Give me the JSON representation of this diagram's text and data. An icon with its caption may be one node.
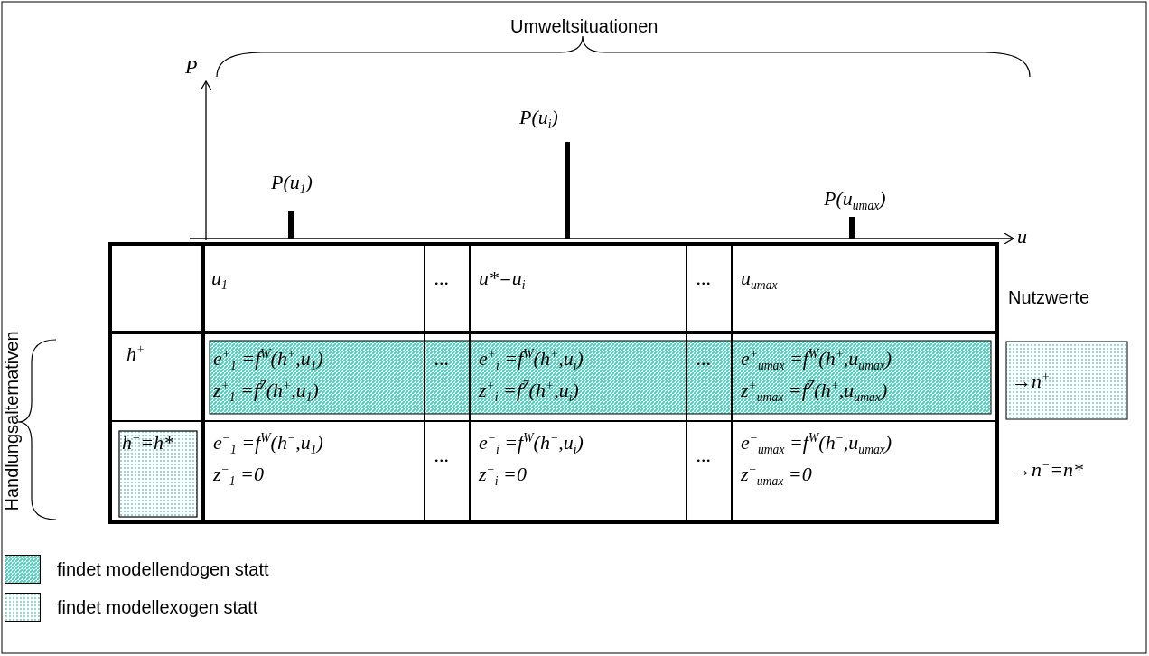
{
  "diagram": {
    "labels": [
      "Umweltsituationen",
      "P",
      "P(u$_{i}$)",
      "P(u$_{1}$)",
      "P(u$_{umax}$)",
      "u",
      "u$_{1}$",
      "...",
      "u*=u$_{i}$",
      "...",
      "u$_{umax}$",
      "Nutzwerte",
      "Handlungsalternativen",
      "h$^{+}$",
      "e$^{+}$$_{1}$ =f$^{W}$(h$^{+}$,u$_{1}$)",
      "z$^{+}$$_{1}$ =f$^{Z}$(h$^{+}$,u$_{1}$)",
      "...",
      "e$^{+}$$_{i}$ =f$^{W}$(h$^{+}$,u$_{i}$)",
      "z$^{+}$$_{i}$ =f$^{Z}$(h$^{+}$,u$_{i}$)",
      "...",
      "e$^{+}$$_{umax}$ =f$^{W}$(h$^{+}$,u$_{umax}$)",
      "z$^{+}$$_{umax}$ =f$^{Z}$(h$^{+}$,u$_{umax}$)",
      "→n$^{+}$",
      "h$^{−}$=h*",
      "e$^{−}$$_{1}$ =f$^{W}$(h$^{−}$,u$_{1}$)",
      "z$^{−}$$_{1}$ =0",
      "...",
      "e$^{−}$$_{i}$ =f$^{W}$(h$^{−}$,u$_{i}$)",
      "z$^{−}$$_{i}$ =0",
      "...",
      "e$^{−}$$_{umax}$ =f$^{W}$(h$^{−}$,u$_{umax}$)",
      "z$^{−}$$_{umax}$ =0",
      "→n$^{−}$=n*"
    ],
    "legend": [
      {
        "text": "findet modellendogen statt",
        "color": "#4fd0bd"
      },
      {
        "text": "findet modellexogen statt",
        "color": "#8fdcd0"
      }
    ]
  }
}
